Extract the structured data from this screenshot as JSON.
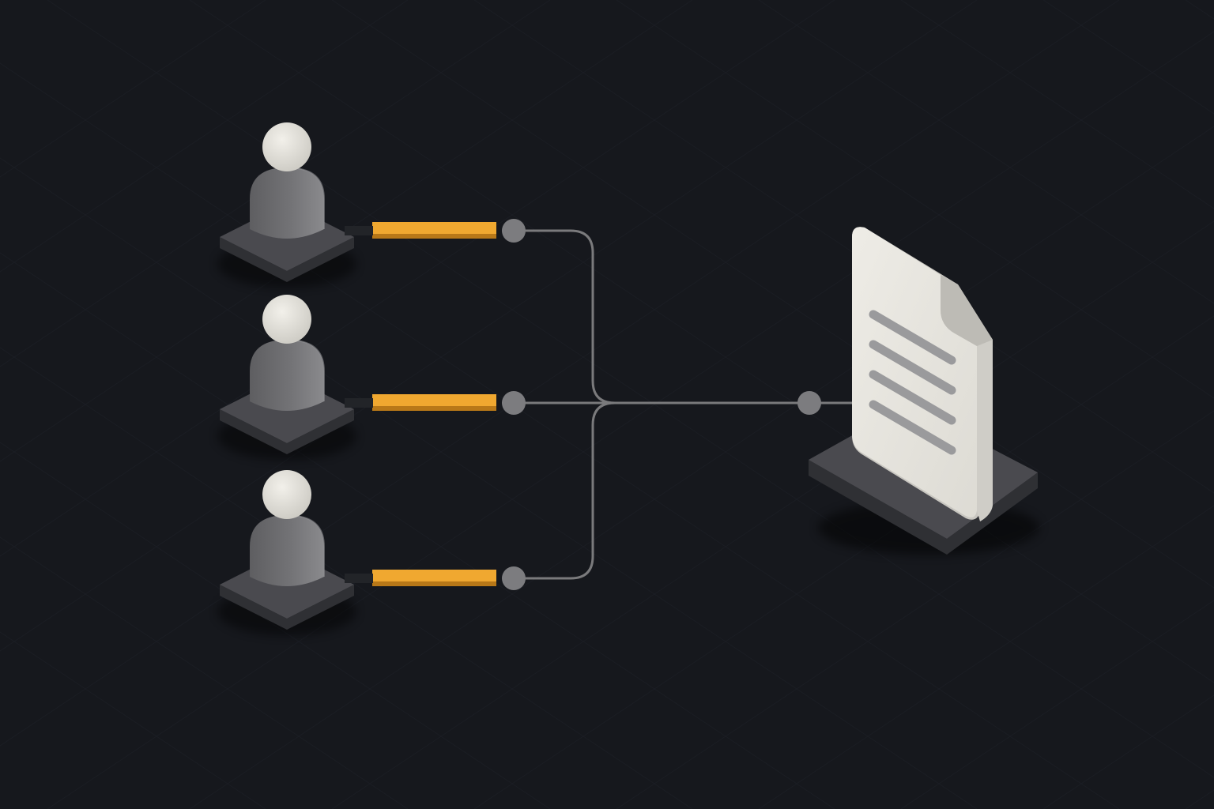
{
  "diagram": {
    "participants": [
      {
        "icon": "user-icon"
      },
      {
        "icon": "user-icon"
      },
      {
        "icon": "user-icon"
      }
    ],
    "target": {
      "icon": "document-icon",
      "text_line_count": 4
    },
    "connections": [
      {
        "from": 0,
        "to": "target"
      },
      {
        "from": 1,
        "to": "target"
      },
      {
        "from": 2,
        "to": "target"
      }
    ]
  },
  "colors": {
    "background": "#16181d",
    "grid_line": "#1d2027",
    "pedestal_top": "#4a4a4f",
    "pedestal_side": "#2f3034",
    "user_body": "#6f6f72",
    "user_head": "#e3e1da",
    "connector_bar": "#f0a830",
    "connector_bar_shadow": "#b87818",
    "line": "#7a7a7c",
    "node": "#7c7c7f",
    "document_face": "#e9e7e1",
    "document_side": "#c8c6c0",
    "document_fold": "#bdbbb5",
    "document_lines": "#9a9a9c"
  }
}
